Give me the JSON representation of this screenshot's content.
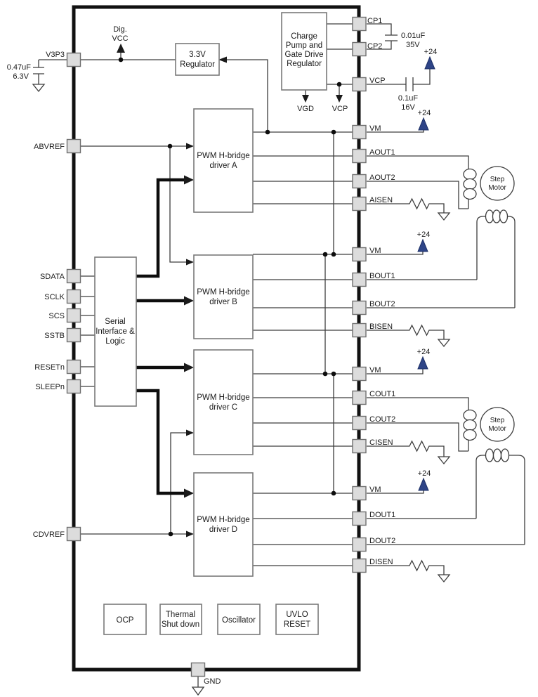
{
  "chip": {
    "left_pins": [
      "V3P3",
      "ABVREF",
      "SDATA",
      "SCLK",
      "SCS",
      "SSTB",
      "RESETn",
      "SLEEPn",
      "CDVREF"
    ],
    "right_pins": [
      "CP1",
      "CP2",
      "VCP",
      "VM",
      "AOUT1",
      "AOUT2",
      "AISEN",
      "VM",
      "BOUT1",
      "BOUT2",
      "BISEN",
      "VM",
      "COUT1",
      "COUT2",
      "CISEN",
      "VM",
      "DOUT1",
      "DOUT2",
      "DISEN"
    ],
    "bottom_pin": "GND",
    "blocks": {
      "regulator": [
        "3.3V",
        "Regulator"
      ],
      "charge_pump": [
        "Charge",
        "Pump and",
        "Gate Drive",
        "Regulator"
      ],
      "driver_a": [
        "PWM H-bridge",
        "driver A"
      ],
      "driver_b": [
        "PWM H-bridge",
        "driver B"
      ],
      "driver_c": [
        "PWM H-bridge",
        "driver C"
      ],
      "driver_d": [
        "PWM H-bridge",
        "driver D"
      ],
      "serial": [
        "Serial",
        "Interface &",
        "Logic"
      ],
      "ocp": [
        "OCP"
      ],
      "thermal": [
        "Thermal",
        "Shut down"
      ],
      "oscillator": [
        "Oscillator"
      ],
      "uvlo": [
        "UVLO",
        "RESET"
      ]
    }
  },
  "annotations": {
    "dig_vcc": [
      "Dig.",
      "VCC"
    ],
    "vgd": "VGD",
    "vcp": "VCP",
    "cap_v3p3": [
      "0.47uF",
      "6.3V"
    ],
    "cap_cp": [
      "0.01uF",
      "35V"
    ],
    "cap_vcp": [
      "0.1uF",
      "16V"
    ],
    "supply": "+24",
    "step_motor": [
      "Step",
      "Motor"
    ]
  },
  "colors": {
    "wire": "#3d3d3d",
    "chip_outline": "#111111",
    "block_border": "#7a7a7a",
    "pin_fill": "#dcdcdc",
    "pin_border": "#707070",
    "supply_triangle": "#2e4487",
    "text": "#1a1a1a"
  }
}
